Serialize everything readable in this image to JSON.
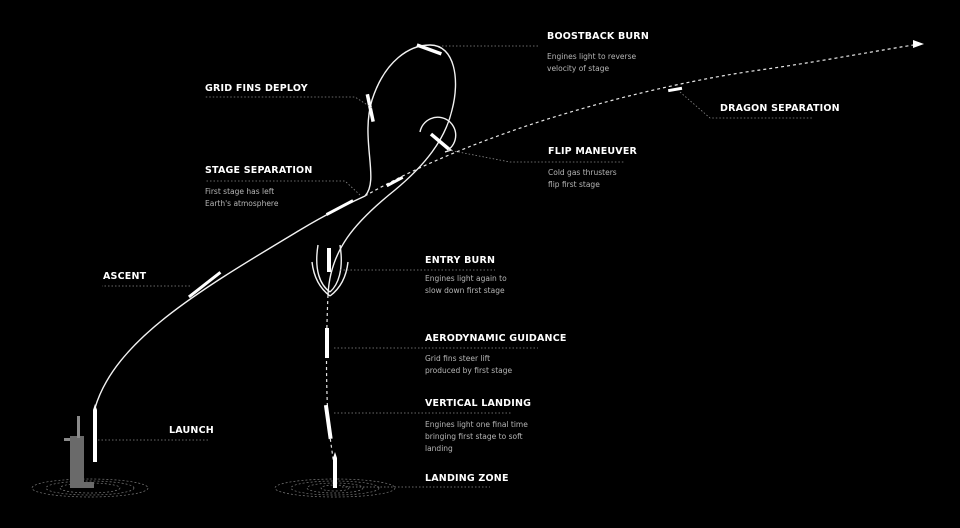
{
  "labels": {
    "boostback": {
      "title": "BOOSTBACK BURN",
      "desc": [
        "Engines light to reverse",
        "velocity of stage"
      ]
    },
    "grid_fins": {
      "title": "GRID FINS DEPLOY"
    },
    "dragon": {
      "title": "DRAGON SEPARATION"
    },
    "flip": {
      "title": "FLIP MANEUVER",
      "desc": [
        "Cold gas thrusters",
        "flip first stage"
      ]
    },
    "stage_sep": {
      "title": "STAGE SEPARATION",
      "desc": [
        "First stage has left",
        "Earth's atmosphere"
      ]
    },
    "entry": {
      "title": "ENTRY BURN",
      "desc": [
        "Engines light again to",
        "slow down first stage"
      ]
    },
    "ascent": {
      "title": "ASCENT"
    },
    "aero": {
      "title": "AERODYNAMIC GUIDANCE",
      "desc": [
        "Grid fins steer lift",
        "produced by first stage"
      ]
    },
    "vertical": {
      "title": "VERTICAL LANDING",
      "desc": [
        "Engines light one final time",
        "bringing first stage to soft",
        "landing"
      ]
    },
    "launch": {
      "title": "LAUNCH"
    },
    "landing_zone": {
      "title": "LANDING ZONE"
    }
  },
  "colors": {
    "background": "#000000",
    "line": "#ffffff",
    "leader": "#8a8a8a",
    "description": "#b5b5b5"
  }
}
